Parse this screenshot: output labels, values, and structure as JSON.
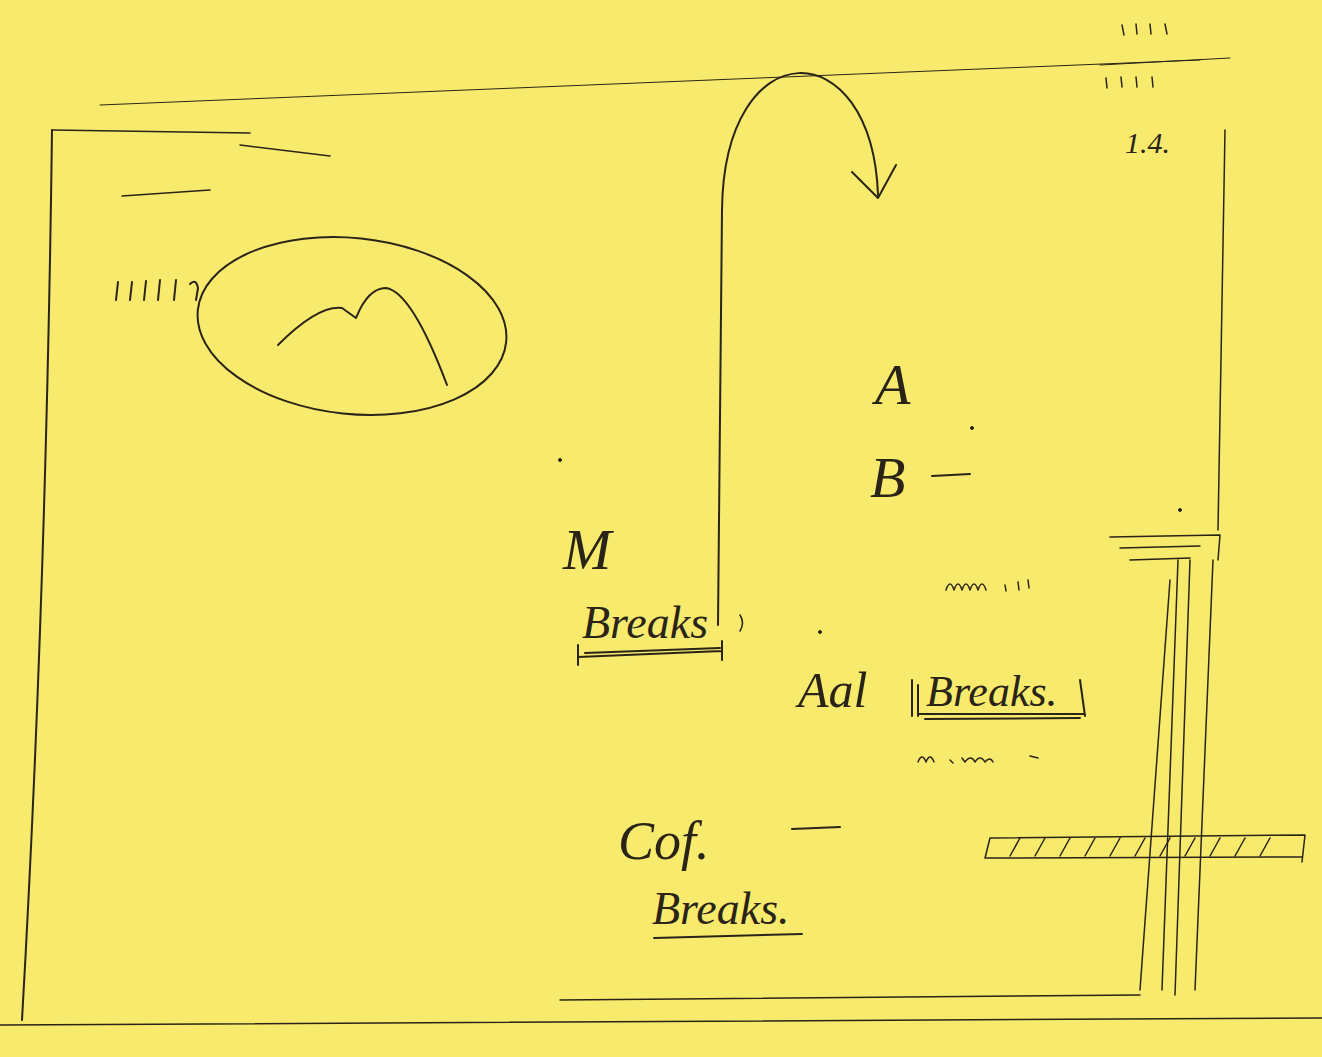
{
  "diagram": {
    "labels": [
      "1.4.",
      "A",
      "B",
      "M",
      "Breaks",
      "Aal",
      "Breaks.",
      "Cof.",
      "Breaks."
    ]
  }
}
